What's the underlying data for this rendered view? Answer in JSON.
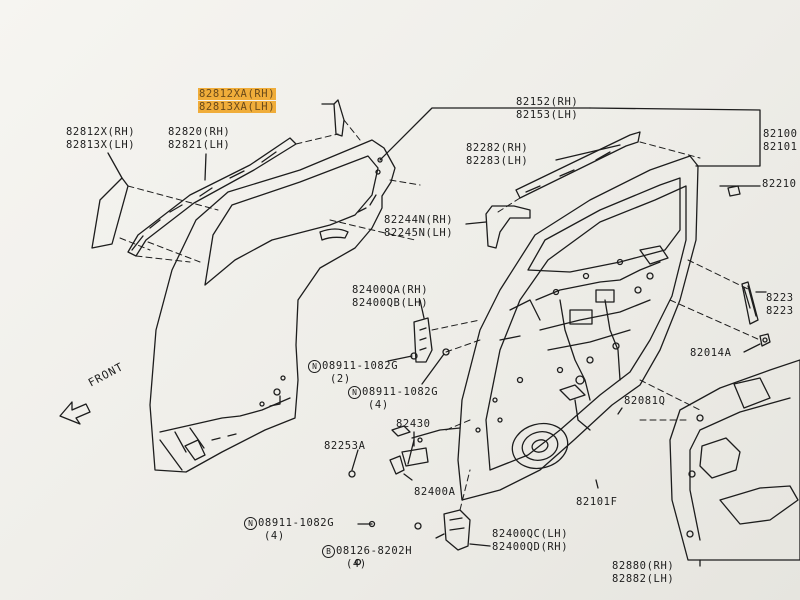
{
  "labels": {
    "p82812xa": "82812XA(RH)",
    "p82813xa": "82813XA(LH)",
    "p82812x": "82812X(RH)",
    "p82813x": "82813X(LH)",
    "p82820": "82820(RH)",
    "p82821": "82821(LH)",
    "p82152": "82152(RH)",
    "p82153": "82153(LH)",
    "p82100": "82100",
    "p82101": "82101",
    "p82282": "82282(RH)",
    "p82283": "82283(LH)",
    "p82210": "82210",
    "p82244n": "82244N(RH)",
    "p82245n": "82245N(LH)",
    "p82400qa": "82400QA(RH)",
    "p82400qb": "82400QB(LH)",
    "p8223a": "8223",
    "p8223b": "8223",
    "p82014a": "82014A",
    "n08911a_num": "08911-1082G",
    "n08911a_qty": "(2)",
    "n08911b_num": "08911-1082G",
    "n08911b_qty": "(4)",
    "p82081q": "82081Q",
    "p82430": "82430",
    "p82253a": "82253A",
    "p82400a": "82400A",
    "p82101f": "82101F",
    "n08911c_num": "08911-1082G",
    "n08911c_qty": "(4)",
    "b08126_num": "08126-8202H",
    "b08126_qty": "(4)",
    "p82400qc": "82400QC(LH)",
    "p82400qd": "82400QD(RH)",
    "p82880": "82880(RH)",
    "p82882": "82882(LH)",
    "front": "FRONT",
    "n_symbol": "N",
    "b_symbol": "B"
  },
  "colors": {
    "ink": "#1d1d1d",
    "paper": "#f3f2ee",
    "highlight": "#f0ad3a"
  }
}
